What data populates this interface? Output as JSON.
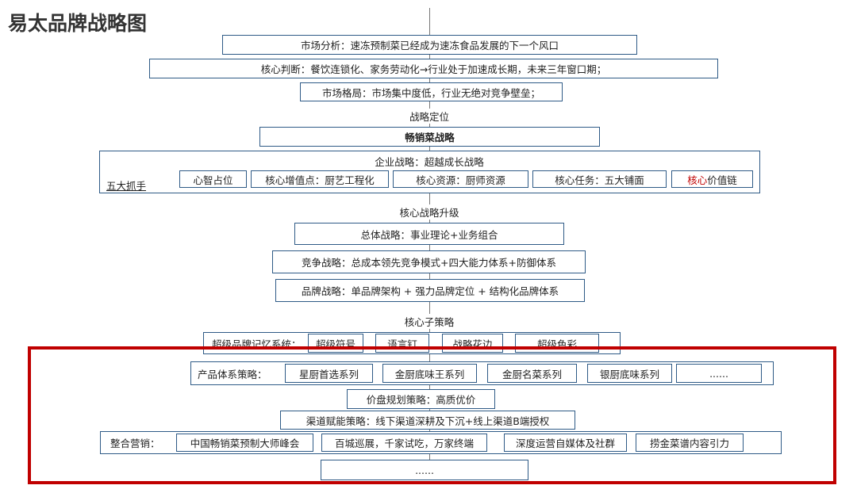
{
  "title": "易太品牌战略图",
  "market_analysis": "市场分析：速冻预制菜已经成为速冻食品发展的下一个风口",
  "core_judgment": "核心判断：餐饮连锁化、家务劳动化→行业处于加速成长期，未来三年窗口期；",
  "market_pattern": "市场格局：市场集中度低，行业无绝对竞争壁垒；",
  "strategic_positioning_label": "战略定位",
  "strategy": "畅销菜战略",
  "enterprise_strategy": "企业战略：超越成长战略",
  "five_levers_label": "五大抓手",
  "levers": [
    "心智占位",
    "核心增值点：厨艺工程化",
    "核心资源：厨师资源",
    "核心任务：五大铺面"
  ],
  "lever5_red": "核心",
  "lever5_rest": "价值链",
  "upgrade_label": "核心战略升级",
  "overall": "总体战略：事业理论+业务组合",
  "competition": "竞争战略：总成本领先竞争模式+四大能力体系+防御体系",
  "brand": "品牌战略：单品牌架构 + 强力品牌定位 + 结构化品牌体系",
  "sub_label": "核心子策略",
  "memory_label": "超级品牌记忆系统：",
  "memory": [
    "超级符号",
    "语言钉",
    "战略花边",
    "超级色彩"
  ],
  "product_label": "产品体系策略：",
  "products": [
    "星厨首选系列",
    "金厨底味王系列",
    "金厨名菜系列",
    "银厨底味系列",
    "......"
  ],
  "price": "价盘规划策略：高质优价",
  "channel": "渠道赋能策略：线下渠道深耕及下沉+线上渠道B端授权",
  "marketing_label": "整合营销：",
  "marketing": [
    "中国畅销菜预制大师峰会",
    "百城巡展，千家试吃，万家终端",
    "深度运营自媒体及社群",
    "捞金菜谱内容引力"
  ],
  "more": "......",
  "highlight_color": "#c00000"
}
